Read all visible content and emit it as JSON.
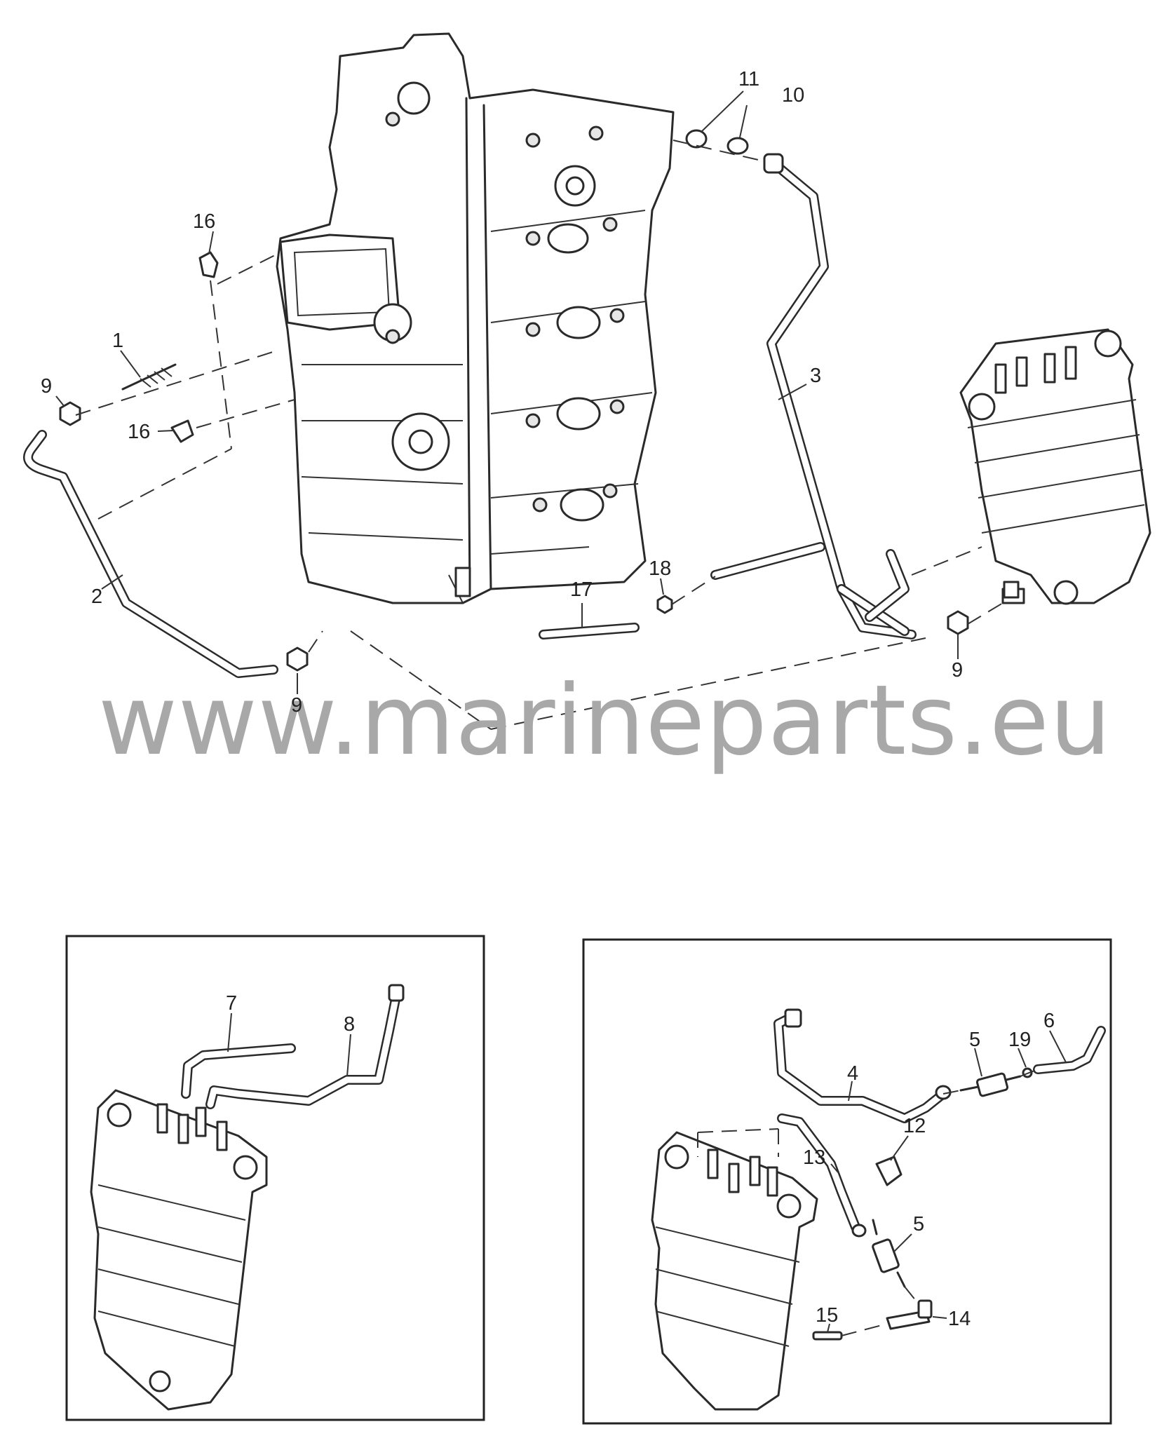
{
  "watermark": "www.marineparts.eu",
  "callouts": {
    "c1": "1",
    "c2": "2",
    "c3": "3",
    "c4": "4",
    "c5a": "5",
    "c5b": "5",
    "c6": "6",
    "c7": "7",
    "c8": "8",
    "c9a": "9",
    "c9b": "9",
    "c9c": "9",
    "c10": "10",
    "c11": "11",
    "c12": "12",
    "c13": "13",
    "c14": "14",
    "c15": "15",
    "c16a": "16",
    "c16b": "16",
    "c17": "17",
    "c18": "18",
    "c19": "19"
  }
}
